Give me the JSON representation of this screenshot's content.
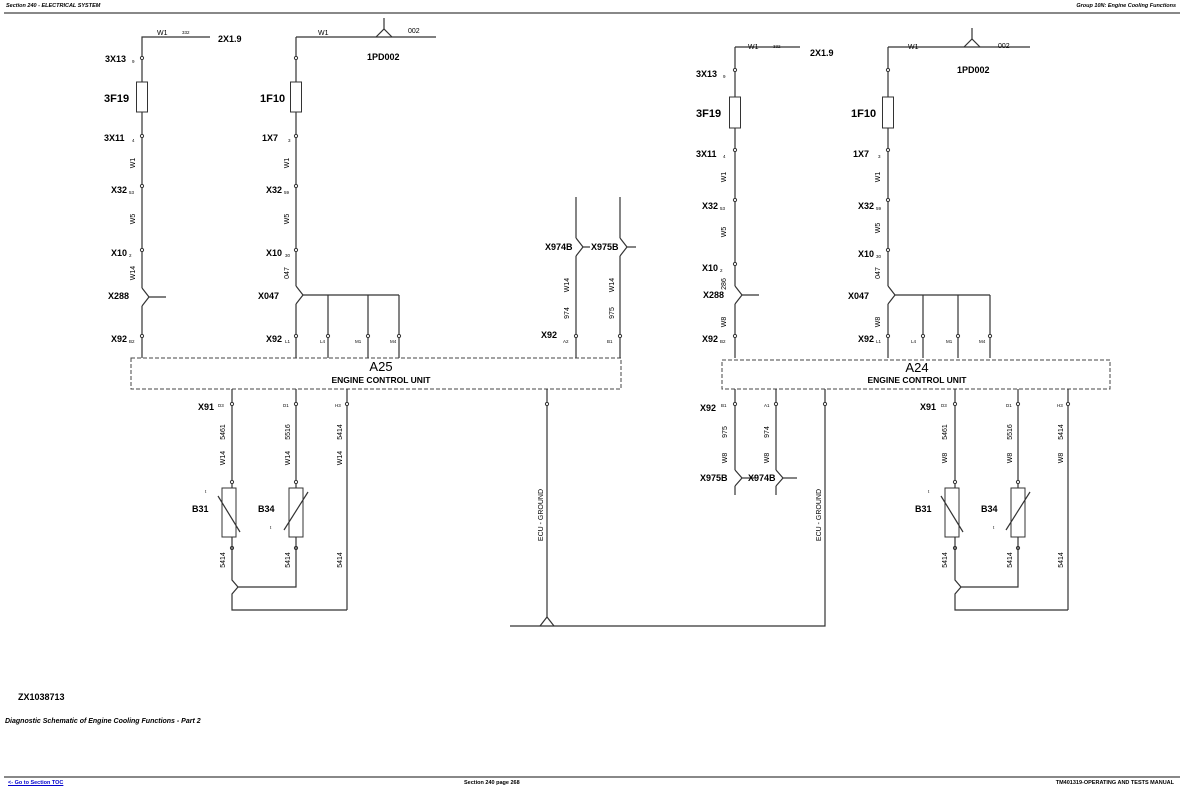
{
  "header": {
    "left": "Section 240 - ELECTRICAL SYSTEM",
    "right": "Group 10N: Engine Cooling Functions"
  },
  "footer": {
    "toc_link": "<- Go to Section TOC",
    "page": "Section 240 page 268",
    "manual": "TM401319-OPERATING AND TESTS MANUAL"
  },
  "figure_id": "ZX1038713",
  "caption": "Diagnostic Schematic of Engine Cooling Functions - Part 2",
  "left": {
    "w1_a": "W1",
    "n332": "332",
    "x2x19": "2X1.9",
    "c3x13": "3X13",
    "p9": "9",
    "f3f19": "3F19",
    "c3x11": "3X11",
    "p4": "4",
    "w1_b": "W1",
    "x32_a": "X32",
    "p53": "53",
    "w5_a": "W5",
    "x10_a": "X10",
    "p2": "2",
    "w14_a": "W14",
    "x288": "X288",
    "x92_a": "X92",
    "pb2": "B2",
    "w1_c": "W1",
    "n002": "002",
    "pd": "1PD002",
    "f1f10": "1F10",
    "c1x7": "1X7",
    "p3": "3",
    "w1_d": "W1",
    "x32_b": "X32",
    "p59": "59",
    "w5_b": "W5",
    "x10_b": "X10",
    "p30": "30",
    "n047": "047",
    "x047": "X047",
    "x92_b": "X92",
    "pl1": "L1",
    "pl4": "L4",
    "pm1": "M1",
    "pm4": "M4",
    "x974b": "X974B",
    "x975b": "X975B",
    "w14_c": "W14",
    "w14_d": "W14",
    "n974": "974",
    "n975": "975",
    "x92_c": "X92",
    "pa2": "A2",
    "pb1": "B1",
    "ecu_id": "A25",
    "ecu_name": "ENGINE CONTROL UNIT",
    "x91": "X91",
    "pd3": "D3",
    "pd1": "D1",
    "ph3": "H3",
    "n5461": "5461",
    "n5516": "5516",
    "n5414_a": "5414",
    "w14_e": "W14",
    "w14_f": "W14",
    "w14_g": "W14",
    "b31": "B31",
    "b34": "B34",
    "t1": "t",
    "t2": "t",
    "n5414_b": "5414",
    "n5414_c": "5414",
    "n5414_d": "5414",
    "gnd": "ECU - GROUND"
  },
  "right": {
    "w1_a": "W1",
    "n332": "332",
    "x2x19": "2X1.9",
    "c3x13": "3X13",
    "p9": "9",
    "f3f19": "3F19",
    "c3x11": "3X11",
    "p4": "4",
    "w1_b": "W1",
    "x32_a": "X32",
    "p53": "53",
    "w5_a": "W5",
    "x10_a": "X10",
    "p2": "2",
    "n286": "286",
    "x288": "X288",
    "w8_a": "W8",
    "x92_a": "X92",
    "pb2": "B2",
    "w1_c": "W1",
    "n002": "002",
    "pd": "1PD002",
    "f1f10": "1F10",
    "c1x7": "1X7",
    "p3": "3",
    "w1_d": "W1",
    "x32_b": "X32",
    "p59": "59",
    "w5_b": "W5",
    "x10_b": "X10",
    "p30": "30",
    "n047": "047",
    "x047": "X047",
    "w8_b": "W8",
    "x92_b": "X92",
    "pl1": "L1",
    "pl4": "L4",
    "pm1": "M1",
    "pm4": "M4",
    "ecu_id": "A24",
    "ecu_name": "ENGINE CONTROL UNIT",
    "x92_c": "X92",
    "pb1": "B1",
    "pa1": "A1",
    "n975": "975",
    "n974": "974",
    "w8_c": "W8",
    "w8_d": "W8",
    "x975b": "X975B",
    "x974b": "X974B",
    "x91": "X91",
    "pd3": "D3",
    "pd1": "D1",
    "ph3": "H3",
    "n5461": "5461",
    "n5516": "5516",
    "n5414_a": "5414",
    "w8_e": "W8",
    "w8_f": "W8",
    "w8_g": "W8",
    "b31": "B31",
    "b34": "B34",
    "t1": "t",
    "t2": "t",
    "n5414_b": "5414",
    "n5414_c": "5414",
    "n5414_d": "5414",
    "gnd": "ECU - GROUND"
  }
}
